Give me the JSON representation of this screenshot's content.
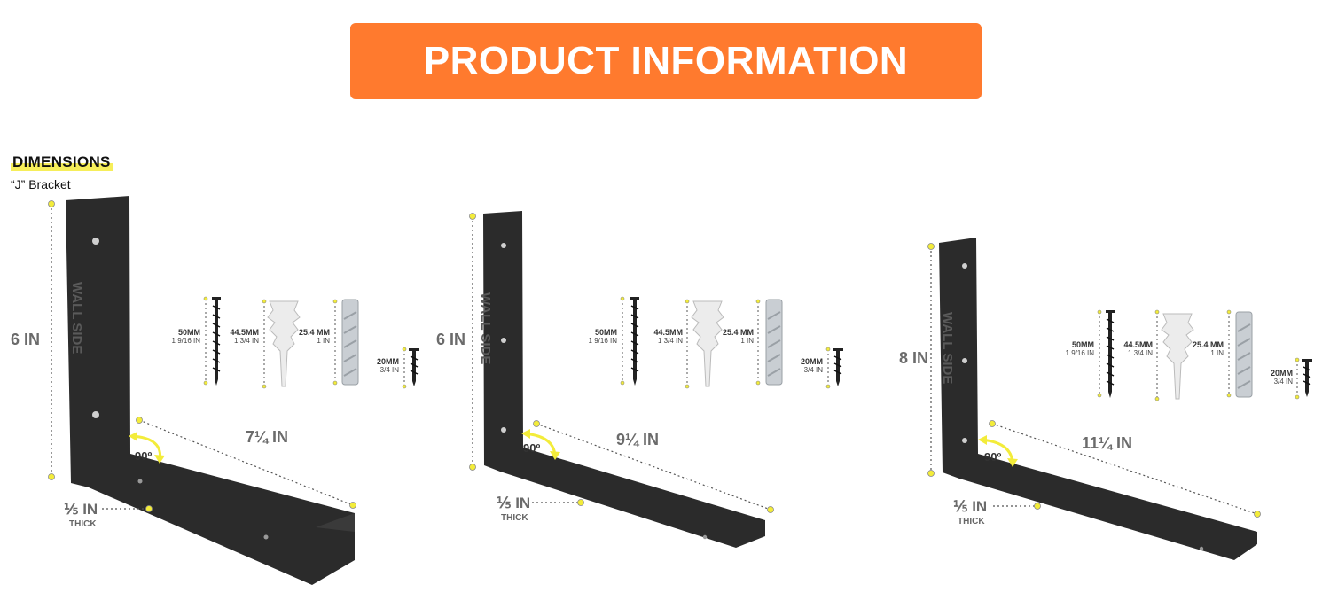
{
  "header": {
    "title": "PRODUCT INFORMATION"
  },
  "section": {
    "title": "DIMENSIONS",
    "subtitle": "“J” Bracket"
  },
  "colors": {
    "banner": "#ff7a2e",
    "marker": "#f3ec3a",
    "bracket": "#2b2b2b",
    "highlight": "#f6ee5a"
  },
  "brackets": [
    {
      "height": "6 IN",
      "length": "7¼ IN",
      "angle": "90º",
      "wall_text": "WALL SIDE",
      "thickness": "⅕ IN",
      "thickness_note": "THICK"
    },
    {
      "height": "6 IN",
      "length": "9¼ IN",
      "angle": "90º",
      "wall_text": "WALL SIDE",
      "thickness": "⅕ IN",
      "thickness_note": "THICK"
    },
    {
      "height": "8 IN",
      "length": "11¼ IN",
      "angle": "90º",
      "wall_text": "WALL SIDE",
      "thickness": "⅕ IN",
      "thickness_note": "THICK"
    }
  ],
  "hardware": [
    {
      "name": "screw-long",
      "mm": "50MM",
      "inch": "1 9/16 IN"
    },
    {
      "name": "drywall-anchor",
      "mm": "44.5MM",
      "inch": "1 3/4 IN"
    },
    {
      "name": "plastic-anchor",
      "mm": "25.4 MM",
      "inch": "1 IN"
    },
    {
      "name": "screw-short",
      "mm": "20MM",
      "inch": "3/4 IN"
    }
  ]
}
